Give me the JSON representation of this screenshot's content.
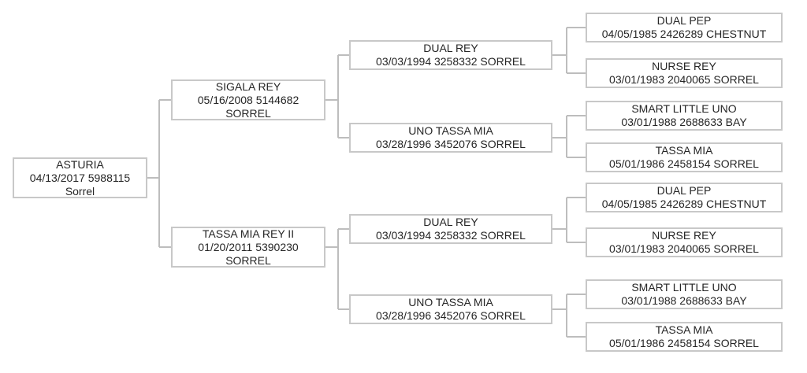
{
  "pedigree": {
    "nodes": {
      "root": {
        "name": "ASTURIA",
        "details": "04/13/2017 5988115",
        "color": "Sorrel"
      },
      "sire": {
        "name": "SIGALA REY",
        "details": "05/16/2008 5144682",
        "color": "SORREL"
      },
      "dam": {
        "name": "TASSA MIA REY II",
        "details": "01/20/2011 5390230",
        "color": "SORREL"
      },
      "sire_sire": {
        "name": "DUAL REY",
        "details": "03/03/1994 3258332 SORREL"
      },
      "sire_dam": {
        "name": "UNO TASSA MIA",
        "details": "03/28/1996 3452076 SORREL"
      },
      "dam_sire": {
        "name": "DUAL REY",
        "details": "03/03/1994 3258332 SORREL"
      },
      "dam_dam": {
        "name": "UNO TASSA MIA",
        "details": "03/28/1996 3452076 SORREL"
      },
      "ss_sire": {
        "name": "DUAL PEP",
        "details": "04/05/1985 2426289 CHESTNUT"
      },
      "ss_dam": {
        "name": "NURSE REY",
        "details": "03/01/1983 2040065 SORREL"
      },
      "sd_sire": {
        "name": "SMART LITTLE UNO",
        "details": "03/01/1988 2688633 BAY"
      },
      "sd_dam": {
        "name": "TASSA MIA",
        "details": "05/01/1986 2458154 SORREL"
      },
      "ds_sire": {
        "name": "DUAL PEP",
        "details": "04/05/1985 2426289 CHESTNUT"
      },
      "ds_dam": {
        "name": "NURSE REY",
        "details": "03/01/1983 2040065 SORREL"
      },
      "dd_sire": {
        "name": "SMART LITTLE UNO",
        "details": "03/01/1988 2688633 BAY"
      },
      "dd_dam": {
        "name": "TASSA MIA",
        "details": "05/01/1986 2458154 SORREL"
      }
    },
    "colors": {
      "background": "#ffffff",
      "box_border": "#c8c8c8",
      "connector": "#bdbdbd",
      "text": "#262626"
    }
  }
}
